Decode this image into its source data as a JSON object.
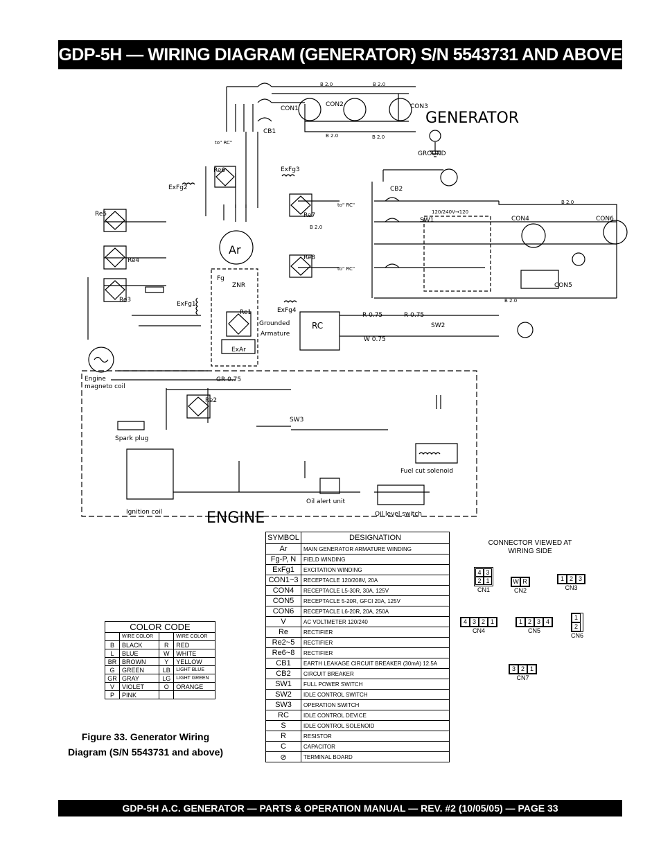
{
  "header": {
    "title": "GDP-5H — WIRING DIAGRAM (GENERATOR) S/N 5543731 AND ABOVE"
  },
  "footer": {
    "text": "GDP-5H A.C. GENERATOR — PARTS & OPERATION MANUAL — REV. #2  (10/05/05) — PAGE 33"
  },
  "caption": {
    "line1": "Figure 33.  Generator Wiring",
    "line2": "Diagram (S/N 5543731 and above)"
  },
  "diagram": {
    "generator_label": "GENERATOR",
    "engine_label": "ENGINE",
    "ground_label": "GROUND",
    "labels": {
      "ar": "Ar",
      "cb1": "CB1",
      "cb2": "CB2",
      "con1": "CON1",
      "con2": "CON2",
      "con3": "CON3",
      "con4": "CON4",
      "con5": "CON5",
      "con6": "CON6",
      "rc": "RC",
      "exar": "ExAr",
      "znr": "ZNR",
      "re1": "Re1",
      "re2": "Re2",
      "re3": "Re3",
      "re4": "Re4",
      "re5": "Re5",
      "re6": "Re6",
      "re7": "Re7",
      "re8": "Re8",
      "grounded1": "Grounded",
      "grounded2": "Armature",
      "engine_mag1": "Engine",
      "engine_mag2": "magneto coil",
      "spark": "Spark plug",
      "ignition": "Ignition coil",
      "fuelcut": "Fuel cut solenoid",
      "oilalert": "Oil alert unit",
      "oillevel": "Oil level switch",
      "sw1": "SW1",
      "sw2": "SW2",
      "sw3": "SW3",
      "volt": "120/240V→120",
      "tobrc": "to\" RC\"",
      "b20": "B 2.0",
      "r075": "R 0.75",
      "w075": "W 0.75",
      "gr075": "GR 0.75",
      "exfg1": "ExFg1",
      "exfg2": "ExFg2",
      "exfg3": "ExFg3",
      "exfg4": "ExFg4",
      "fg": "Fg"
    }
  },
  "symbol_table": {
    "headers": [
      "SYMBOL",
      "DESIGNATION"
    ],
    "rows": [
      {
        "s": "Ar",
        "d": "MAIN GENERATOR ARMATURE WINDING"
      },
      {
        "s": "Fg-P, N",
        "d": "FIELD WINDING"
      },
      {
        "s": "ExFg1",
        "d": "EXCITATION WINDING"
      },
      {
        "s": "CON1~3",
        "d": "RECEPTACLE 120/208V, 20A"
      },
      {
        "s": "CON4",
        "d": "RECEPTACLE L5-30R, 30A, 125V"
      },
      {
        "s": "CON5",
        "d": "RECEPTACLE 5-20R, GFCI 20A, 125V"
      },
      {
        "s": "CON6",
        "d": "RECEPTACLE L6-20R, 20A, 250A"
      },
      {
        "s": "V",
        "d": "AC VOLTMETER 120/240"
      },
      {
        "s": "Re",
        "d": "RECTIFIER"
      },
      {
        "s": "Re2~5",
        "d": "RECTIFIER"
      },
      {
        "s": "Re6~8",
        "d": "RECTIFIER"
      },
      {
        "s": "CB1",
        "d": "EARTH LEAKAGE CIRCUIT BREAKER (30mA) 12.5A"
      },
      {
        "s": "CB2",
        "d": "CIRCUIT BREAKER"
      },
      {
        "s": "SW1",
        "d": "FULL POWER  SWITCH"
      },
      {
        "s": "SW2",
        "d": "IDLE CONTROL SWITCH"
      },
      {
        "s": "SW3",
        "d": "OPERATION SWITCH"
      },
      {
        "s": "RC",
        "d": "IDLE CONTROL DEVICE"
      },
      {
        "s": "S",
        "d": "IDLE CONTROL SOLENOID"
      },
      {
        "s": "R",
        "d": "RESISTOR"
      },
      {
        "s": "C",
        "d": "CAPACITOR"
      },
      {
        "s": "⊘",
        "d": "TERMINAL BOARD"
      }
    ]
  },
  "color_code": {
    "title": "COLOR CODE",
    "header": [
      "",
      "WIRE COLOR",
      "",
      "WIRE COLOR"
    ],
    "rows": [
      [
        "B",
        "BLACK",
        "R",
        "RED"
      ],
      [
        "L",
        "BLUE",
        "W",
        "WHITE"
      ],
      [
        "BR",
        "BROWN",
        "Y",
        "YELLOW"
      ],
      [
        "G",
        "GREEN",
        "LB",
        "LIGHT BLUE"
      ],
      [
        "GR",
        "GRAY",
        "LG",
        "LIGHT GREEN"
      ],
      [
        "V",
        "VIOLET",
        "O",
        "ORANGE"
      ],
      [
        "P",
        "PINK",
        "",
        ""
      ]
    ]
  },
  "connectors": {
    "heading1": "CONNECTOR VIEWED AT",
    "heading2": "WIRING SIDE",
    "cn1": {
      "name": "CN1",
      "pins": [
        "4",
        "3",
        "2",
        "1"
      ]
    },
    "cn2": {
      "name": "CN2",
      "pins": [
        "W",
        "R"
      ]
    },
    "cn3": {
      "name": "CN3",
      "pins": [
        "1",
        "2",
        "3"
      ]
    },
    "cn4": {
      "name": "CN4",
      "pins": [
        "4",
        "3",
        "2",
        "1"
      ]
    },
    "cn5": {
      "name": "CN5",
      "pins": [
        "1",
        "2",
        "3",
        "4"
      ]
    },
    "cn6": {
      "name": "CN6",
      "pins": [
        "1",
        "2"
      ]
    },
    "cn7": {
      "name": "CN7",
      "pins": [
        "3",
        "2",
        "1"
      ]
    }
  }
}
